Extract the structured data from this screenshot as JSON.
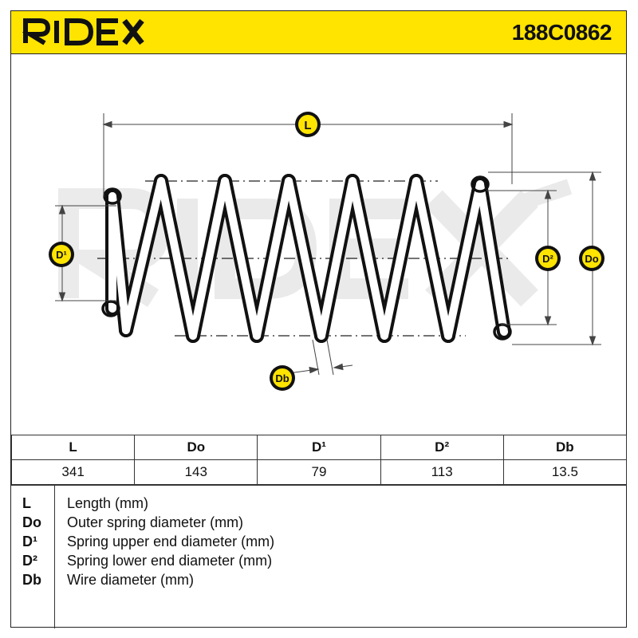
{
  "brand": {
    "logo_text": "RIDEX",
    "accent_color": "#ffe400"
  },
  "part_number": "188C0862",
  "drawing": {
    "labels": {
      "L": "L",
      "Do": "Do",
      "D1": "D¹",
      "D2": "D²",
      "Db": "Db"
    },
    "watermark": "RIDEX"
  },
  "table": {
    "headers": [
      "L",
      "Do",
      "D¹",
      "D²",
      "Db"
    ],
    "values": [
      "341",
      "143",
      "79",
      "113",
      "13.5"
    ]
  },
  "legend": [
    {
      "symbol": "L",
      "description": "Length (mm)"
    },
    {
      "symbol": "Do",
      "description": "Outer spring diameter (mm)"
    },
    {
      "symbol": "D¹",
      "description": "Spring upper end diameter (mm)"
    },
    {
      "symbol": "D²",
      "description": "Spring lower end diameter (mm)"
    },
    {
      "symbol": "Db",
      "description": "Wire diameter (mm)"
    }
  ]
}
